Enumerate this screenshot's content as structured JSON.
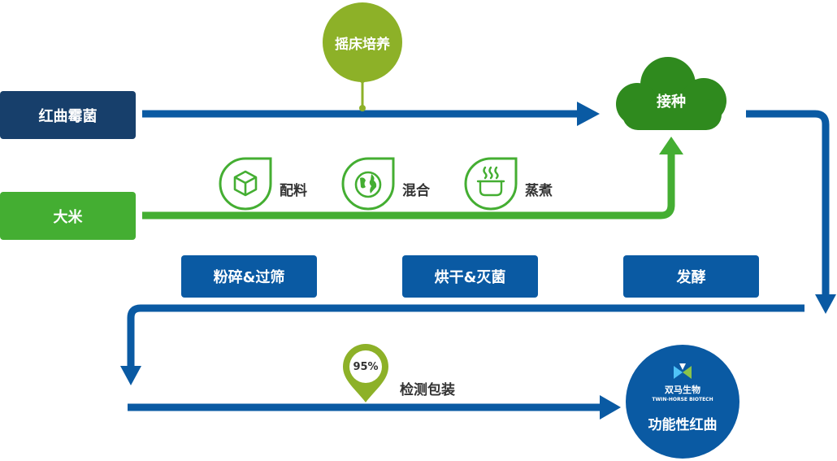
{
  "nodes": {
    "hongqu_meijun": "红曲霉菌",
    "rice": "大米",
    "shaking_culture": "摇床培养",
    "inoculation": "接种",
    "batching": "配料",
    "mixing": "混合",
    "steaming": "蒸煮",
    "crushing_sieving": "粉碎&过筛",
    "drying_sterilizing": "烘干&灭菌",
    "fermentation": "发酵",
    "inspection_packaging": "检测包装",
    "purity_badge": "95%",
    "final_product": "功能性红曲"
  },
  "brand": {
    "name_cn": "双马生物",
    "name_en": "TWIN-HORSE BIOTECH"
  },
  "colors": {
    "dark_navy": "#173f6b",
    "blue": "#0a5aa3",
    "green": "#44ae32",
    "olive_green": "#8db128",
    "dark_green": "#2f8a1e"
  },
  "icons": [
    "box-icon",
    "globe-icon",
    "steaming-pot-icon",
    "map-pin-icon"
  ]
}
